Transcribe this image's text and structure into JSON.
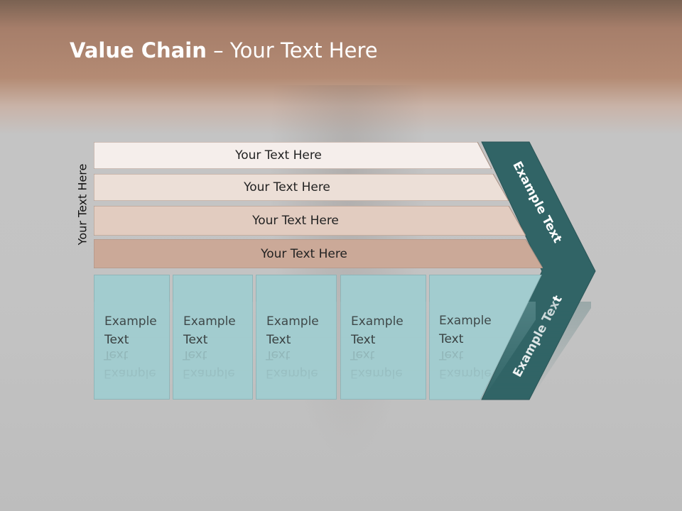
{
  "slide": {
    "title_bold": "Value Chain",
    "title_rest": " – Your Text Here",
    "vertical_label": "Your Text Here"
  },
  "bars": [
    {
      "label": "Your Text Here",
      "color": "#f5eeeb"
    },
    {
      "label": "Your Text Here",
      "color": "#ecdfd7"
    },
    {
      "label": "Your Text Here",
      "color": "#e2ccc0"
    },
    {
      "label": "Your Text Here",
      "color": "#cba998"
    }
  ],
  "columns": [
    {
      "label": "Example Text"
    },
    {
      "label": "Example Text"
    },
    {
      "label": "Example Text"
    },
    {
      "label": "Example Text"
    },
    {
      "label": "Example Text"
    }
  ],
  "chevron": {
    "upper_label": "Example Text",
    "lower_label": "Example Text",
    "color": "#316466"
  },
  "colors": {
    "column_fill": "#a2cccf",
    "title_text": "#ffffff"
  }
}
